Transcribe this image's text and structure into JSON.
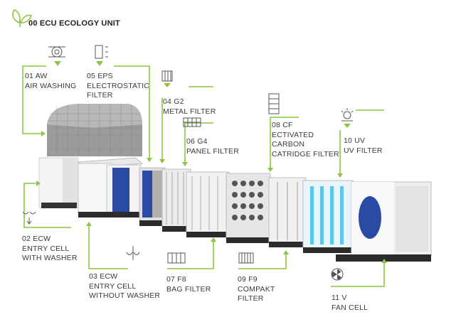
{
  "title": "00 ECU ECOLOGY UNIT",
  "accent_color": "#8cc63f",
  "labels": [
    {
      "id": "01",
      "lines": [
        "01 AW",
        "AIR WASHING"
      ],
      "icon": "air-washing-icon"
    },
    {
      "id": "05",
      "lines": [
        "05 EPS",
        "ELECTROSTATIC",
        "FILTER"
      ],
      "icon": "electrostatic-filter-icon"
    },
    {
      "id": "04",
      "lines": [
        "04 G2",
        "METAL FILTER"
      ],
      "icon": "metal-filter-icon"
    },
    {
      "id": "06",
      "lines": [
        "06 G4",
        "PANEL FILTER"
      ],
      "icon": "panel-filter-icon"
    },
    {
      "id": "08",
      "lines": [
        "08 CF",
        "ECTIVATED",
        "CARBON",
        "CATRIDGE FILTER"
      ],
      "icon": "carbon-cartridge-icon"
    },
    {
      "id": "10",
      "lines": [
        "10 UV",
        "UV FILTER"
      ],
      "icon": "uv-lamp-icon"
    },
    {
      "id": "02",
      "lines": [
        "02 ECW",
        "ENTRY CELL",
        "WITH WASHER"
      ],
      "icon": "entry-cell-washer-icon"
    },
    {
      "id": "03",
      "lines": [
        "03 ECW",
        "ENTRY CELL",
        "WITHOUT WASHER"
      ],
      "icon": "entry-cell-icon"
    },
    {
      "id": "07",
      "lines": [
        "07 F8",
        "BAG FILTER"
      ],
      "icon": "bag-filter-icon"
    },
    {
      "id": "09",
      "lines": [
        "09 F9",
        "COMPAKT",
        "FILTER"
      ],
      "icon": "compact-filter-icon"
    },
    {
      "id": "11",
      "lines": [
        "11 V",
        "FAN CELL"
      ],
      "icon": "fan-icon"
    }
  ]
}
